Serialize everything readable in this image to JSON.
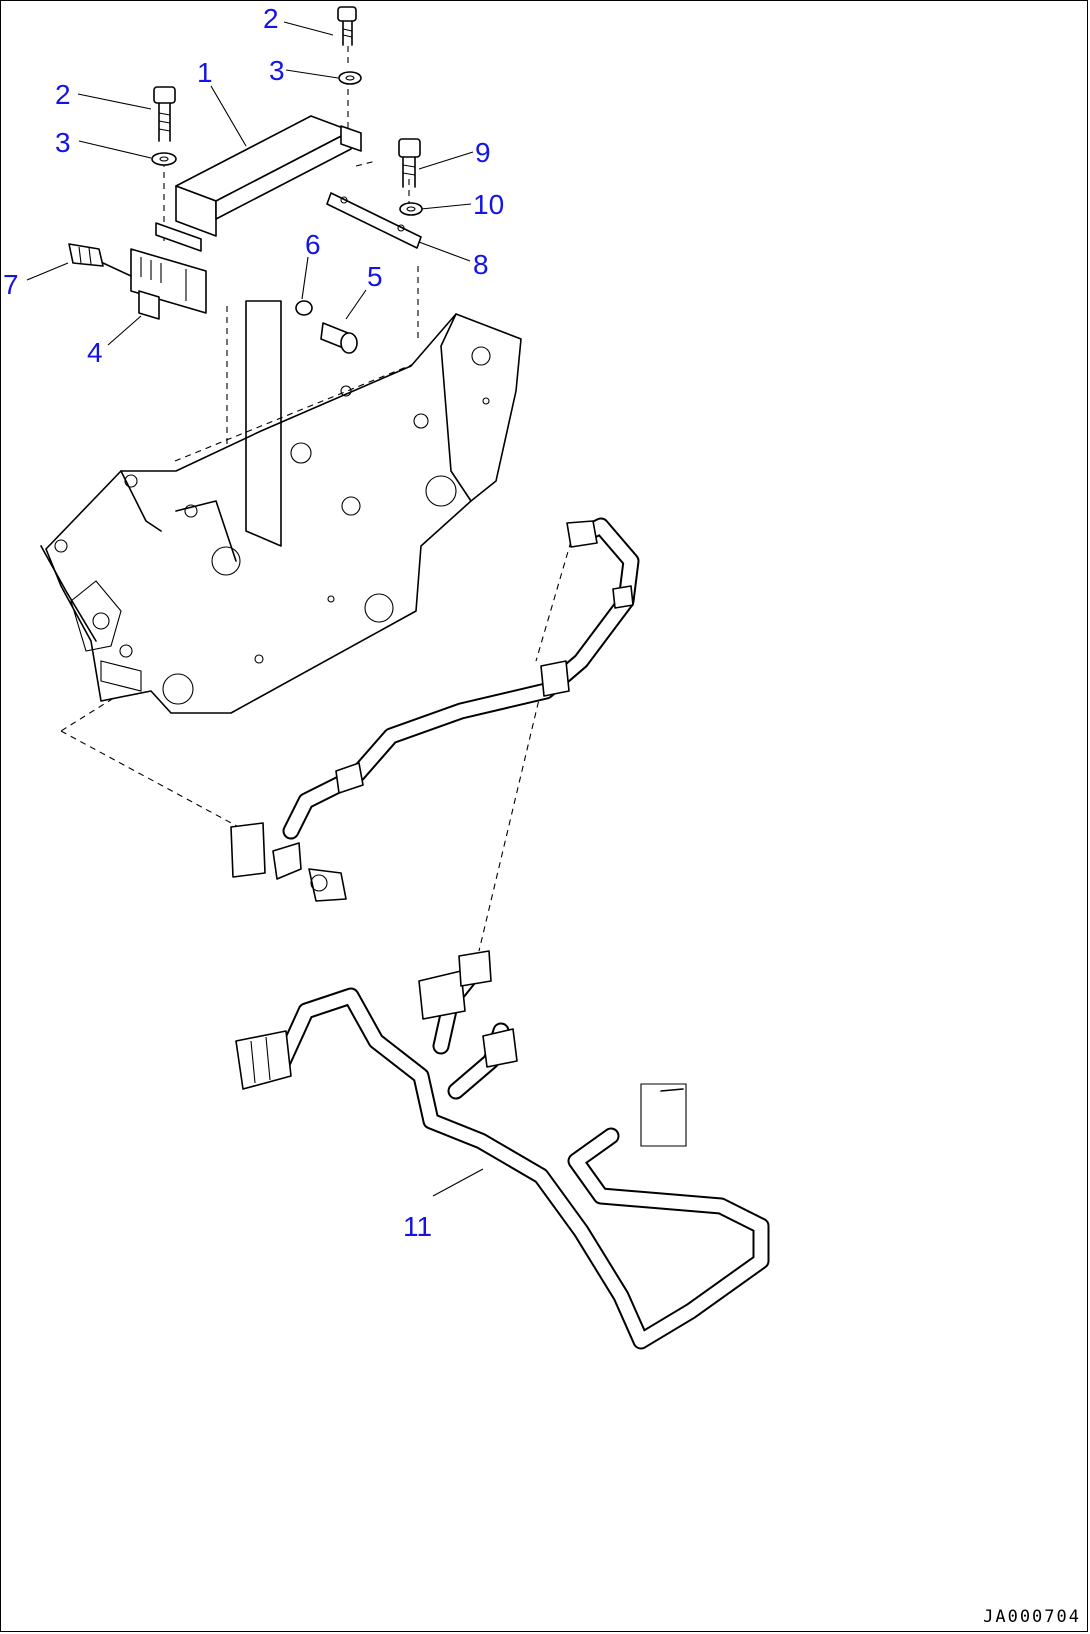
{
  "diagram": {
    "labels": [
      {
        "id": "lbl-1",
        "text": "1"
      },
      {
        "id": "lbl-2a",
        "text": "2"
      },
      {
        "id": "lbl-2b",
        "text": "2"
      },
      {
        "id": "lbl-3a",
        "text": "3"
      },
      {
        "id": "lbl-3b",
        "text": "3"
      },
      {
        "id": "lbl-4",
        "text": "4"
      },
      {
        "id": "lbl-5",
        "text": "5"
      },
      {
        "id": "lbl-6",
        "text": "6"
      },
      {
        "id": "lbl-7",
        "text": "7"
      },
      {
        "id": "lbl-8",
        "text": "8"
      },
      {
        "id": "lbl-9",
        "text": "9"
      },
      {
        "id": "lbl-10",
        "text": "10"
      },
      {
        "id": "lbl-11",
        "text": "11"
      }
    ],
    "drawing_code": "JA000704",
    "label_color": "#1414e6"
  }
}
